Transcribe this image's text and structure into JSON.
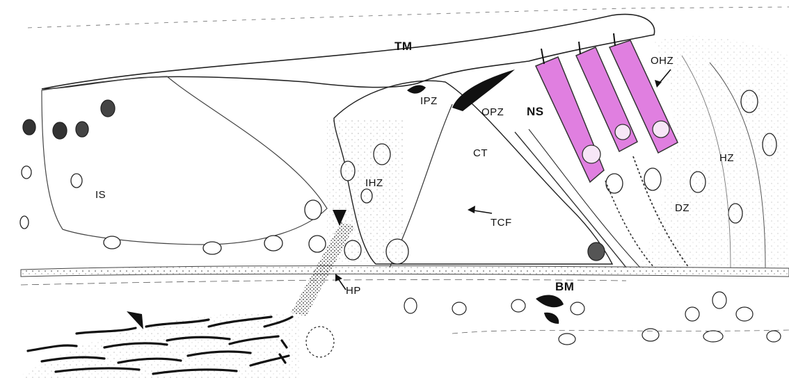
{
  "labels": {
    "tm": "TM",
    "ipz": "IPZ",
    "opz": "OPZ",
    "ns": "NS",
    "ohz": "OHZ",
    "ct": "CT",
    "ihz": "IHZ",
    "is": "IS",
    "hz": "HZ",
    "dz": "DZ",
    "tcf": "TCF",
    "hp": "HP",
    "bm": "BM"
  },
  "colors": {
    "outer_hair_cells": "#e07fe0",
    "ink": "#111111",
    "background": "#ffffff"
  }
}
